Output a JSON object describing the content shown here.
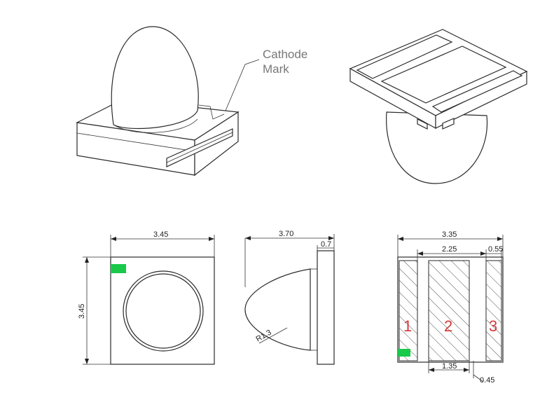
{
  "callout": {
    "line1": "Cathode",
    "line2": "Mark"
  },
  "dimensions": {
    "front_width": "3.45",
    "front_height": "3.45",
    "side_length": "3.70",
    "side_thickness": "0.7",
    "side_radius": "R1.3",
    "bottom_width": "3.35",
    "bottom_pad_gap": "2.25",
    "bottom_edge": "0.55",
    "bottom_center_pad": "1.35",
    "bottom_offset": "0.45"
  },
  "pads": [
    "1",
    "2",
    "3"
  ],
  "colors": {
    "cathode_mark": "#19c94a",
    "pad_numbers": "#d43a3a",
    "lines": "#2a2a2a"
  }
}
